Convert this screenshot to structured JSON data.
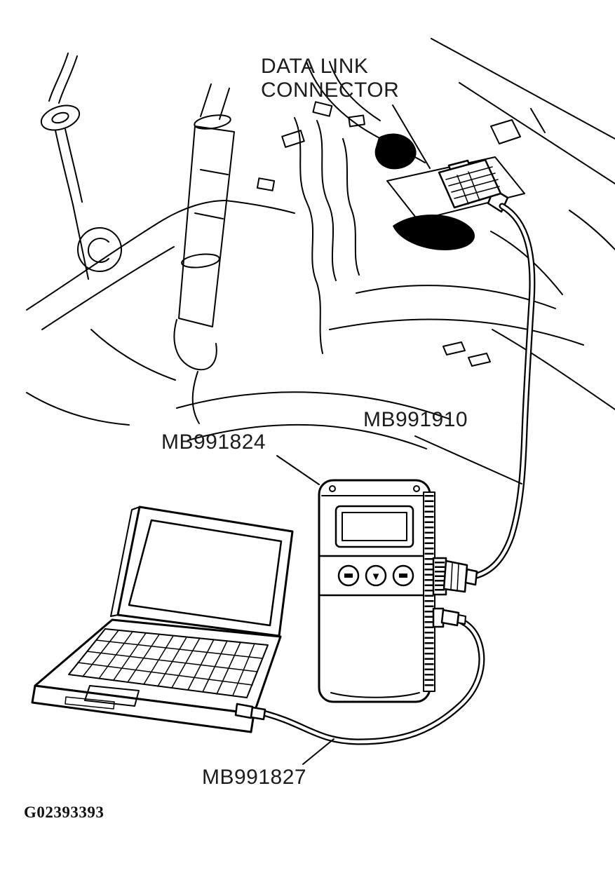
{
  "figure": {
    "id": "G02393393",
    "callouts": {
      "dlc_line1": "DATA LINK",
      "dlc_line2": "CONNECTOR",
      "cable_vehicle": "MB991910",
      "scan_tool": "MB991824",
      "cable_pc": "MB991827"
    },
    "scan_tool": {
      "down_button_glyph": "▼"
    },
    "colors": {
      "ink": "#000000",
      "paper": "#ffffff"
    }
  }
}
